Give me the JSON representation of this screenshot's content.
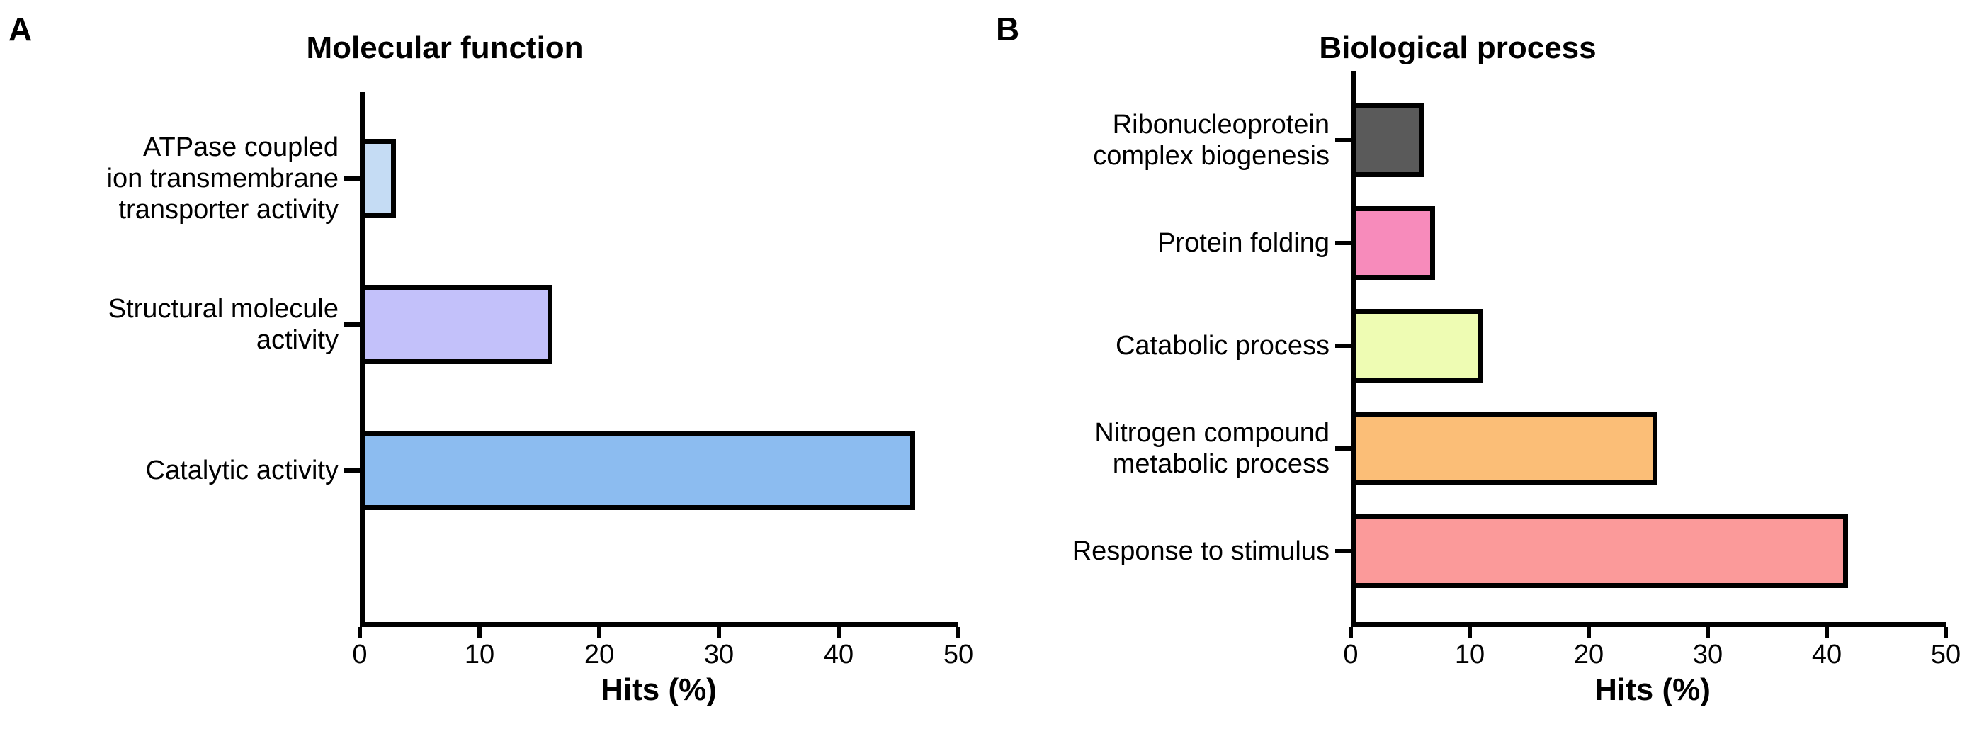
{
  "figure": {
    "panels": [
      {
        "letter": "A",
        "title": "Molecular function",
        "axis_title": "Hits (%)"
      },
      {
        "letter": "B",
        "title": "Biological process",
        "axis_title": "Hits (%)"
      }
    ]
  },
  "chart_data": [
    {
      "type": "bar",
      "orientation": "horizontal",
      "panel": "A",
      "title": "Molecular function",
      "xlabel": "Hits (%)",
      "ylabel": "",
      "xlim": [
        0,
        50
      ],
      "xticks": [
        0,
        10,
        20,
        30,
        40,
        50
      ],
      "xtick_labels": [
        "0",
        "10",
        "20",
        "30",
        "40",
        "50"
      ],
      "grid": false,
      "legend": "none",
      "categories": [
        "ATPase coupled\nion transmembrane\ntransporter activity",
        "Structural molecule\nactivity",
        "Catalytic activity"
      ],
      "values": [
        3.0,
        16.1,
        46.4
      ],
      "colors": [
        "#c5dcf4",
        "#c3c1fa",
        "#8cbcf0"
      ],
      "edge_color": "#000000"
    },
    {
      "type": "bar",
      "orientation": "horizontal",
      "panel": "B",
      "title": "Biological process",
      "xlabel": "Hits (%)",
      "ylabel": "",
      "xlim": [
        0,
        50
      ],
      "xticks": [
        0,
        10,
        20,
        30,
        40,
        50
      ],
      "xtick_labels": [
        "0",
        "10",
        "20",
        "30",
        "40",
        "50"
      ],
      "grid": false,
      "legend": "none",
      "categories": [
        "Ribonucleoprotein\ncomplex biogenesis",
        "Protein folding",
        "Catabolic process",
        "Nitrogen compound\nmetabolic process",
        "Response to stimulus"
      ],
      "values": [
        6.2,
        7.1,
        11.1,
        25.8,
        41.8
      ],
      "colors": [
        "#5a5a5a",
        "#f78bbb",
        "#eefcb3",
        "#fbbe77",
        "#fb9a9a"
      ],
      "edge_color": "#000000"
    }
  ]
}
